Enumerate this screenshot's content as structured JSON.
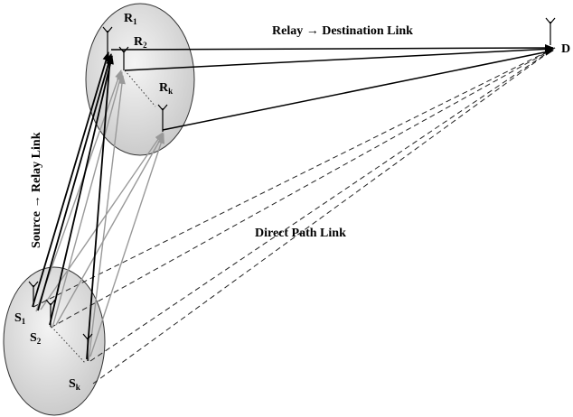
{
  "labels": {
    "relay_link": "Relay → Destination Link",
    "source_link": "Source → Relay Link",
    "direct_link": "Direct Path Link",
    "destination": "D"
  },
  "relays": [
    {
      "main": "R",
      "sub": "1"
    },
    {
      "main": "R",
      "sub": "2"
    },
    {
      "main": "R",
      "sub": "k"
    }
  ],
  "sources": [
    {
      "main": "S",
      "sub": "1"
    },
    {
      "main": "S",
      "sub": "2"
    },
    {
      "main": "S",
      "sub": "k"
    }
  ],
  "colors": {
    "cluster_fill": "#d9d9d9",
    "cluster_stroke": "#333333",
    "black_link": "#000000",
    "gray_link": "#999999",
    "dashed_link": "#222222"
  }
}
